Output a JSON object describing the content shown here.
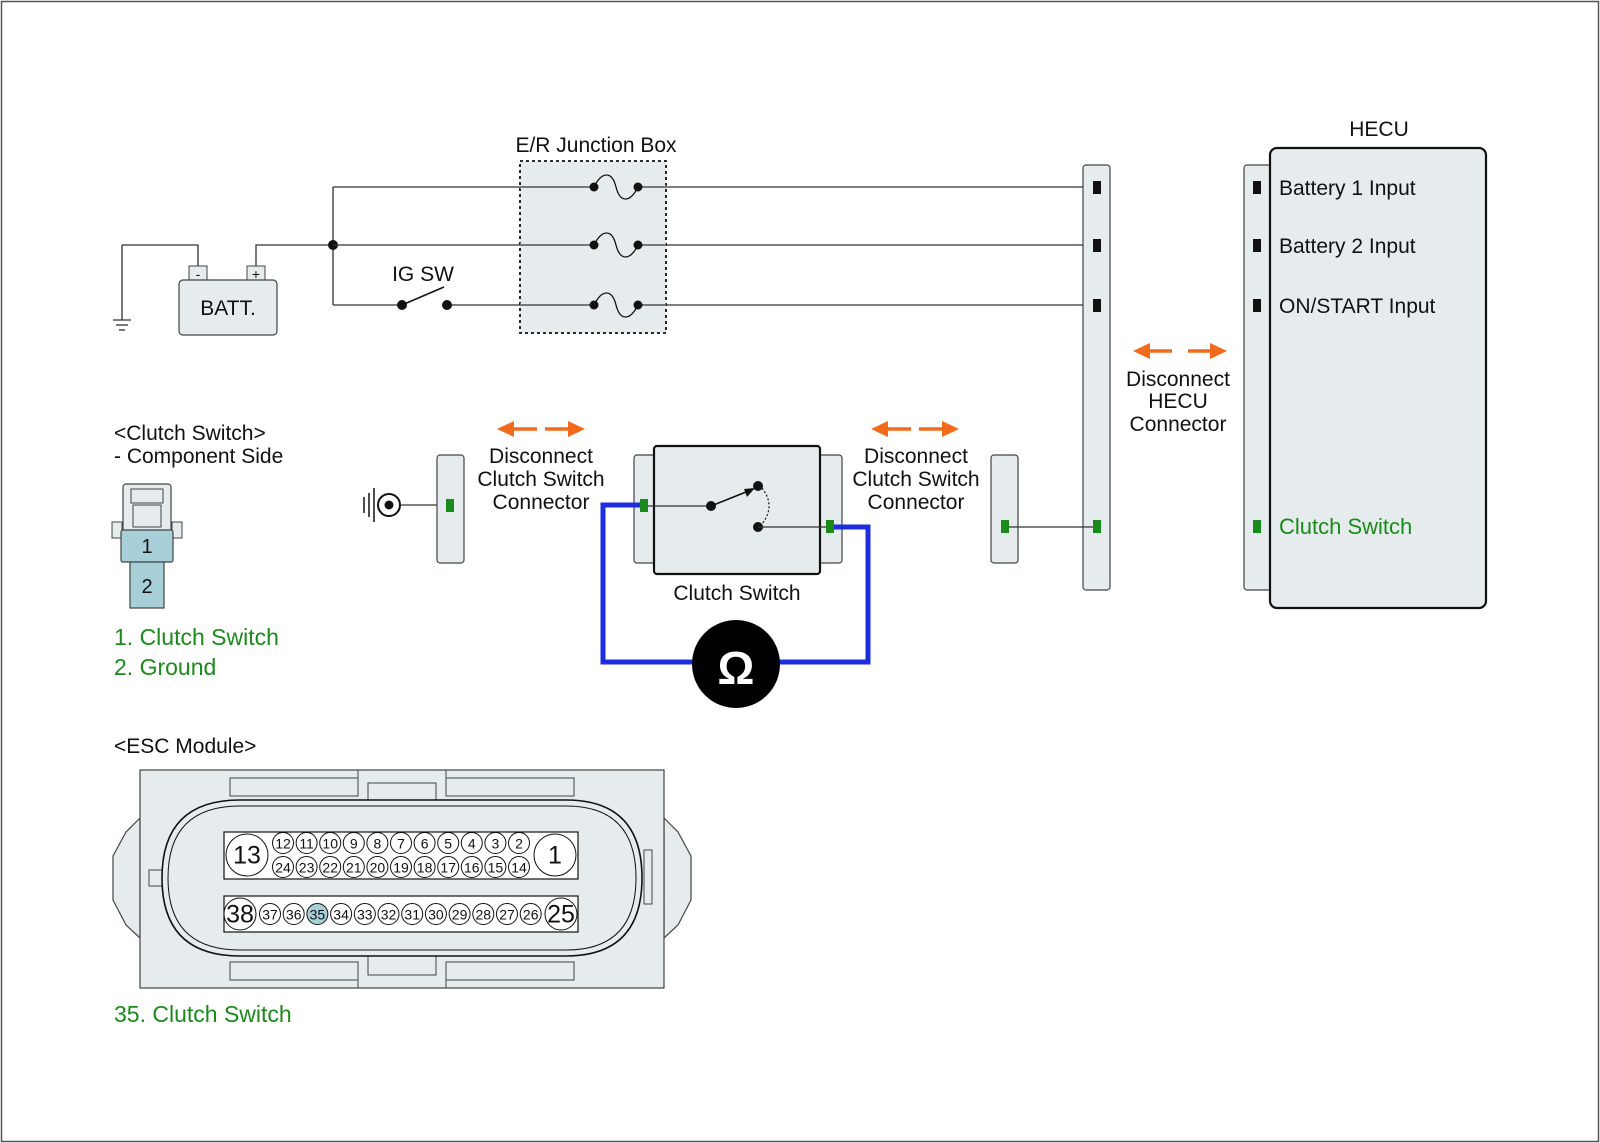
{
  "junction_box": {
    "title": "E/R Junction Box"
  },
  "battery": {
    "label": "BATT.",
    "neg": "-",
    "pos": "+"
  },
  "ig_switch": {
    "label": "IG SW"
  },
  "hecu": {
    "title": "HECU",
    "pins": [
      "Battery 1 Input",
      "Battery 2 Input",
      "ON/START Input",
      "Clutch Switch"
    ]
  },
  "disconnect_hecu": {
    "line1": "Disconnect",
    "line2": "HECU",
    "line3": "Connector"
  },
  "disconnect_left": {
    "line1": "Disconnect",
    "line2": "Clutch Switch",
    "line3": "Connector"
  },
  "disconnect_right": {
    "line1": "Disconnect",
    "line2": "Clutch Switch",
    "line3": "Connector"
  },
  "clutch_switch": {
    "label": "Clutch Switch"
  },
  "ohmmeter": {
    "symbol": "Ω"
  },
  "clutch_connector_view": {
    "title": "<Clutch Switch>",
    "subtitle": "- Component Side",
    "pin1": "1",
    "pin2": "2",
    "legend": [
      "1. Clutch Switch",
      "2. Ground"
    ]
  },
  "esc_module": {
    "title": "<ESC Module>",
    "big_pins": {
      "top_left": "13",
      "top_right": "1",
      "bottom_left": "38",
      "bottom_right": "25"
    },
    "row1": [
      "12",
      "11",
      "10",
      "9",
      "8",
      "7",
      "6",
      "5",
      "4",
      "3",
      "2"
    ],
    "row2": [
      "24",
      "23",
      "22",
      "21",
      "20",
      "19",
      "18",
      "17",
      "16",
      "15",
      "14"
    ],
    "row3": [
      "37",
      "36",
      "35",
      "34",
      "33",
      "32",
      "31",
      "30",
      "29",
      "28",
      "27",
      "26"
    ],
    "highlight_pin": "35",
    "legend": "35. Clutch Switch"
  },
  "colors": {
    "test_lead": "#1f2de0",
    "arrow": "#f26a1b",
    "highlight_text": "#1a8a1a",
    "pin_highlight": "#a7cfd8"
  }
}
